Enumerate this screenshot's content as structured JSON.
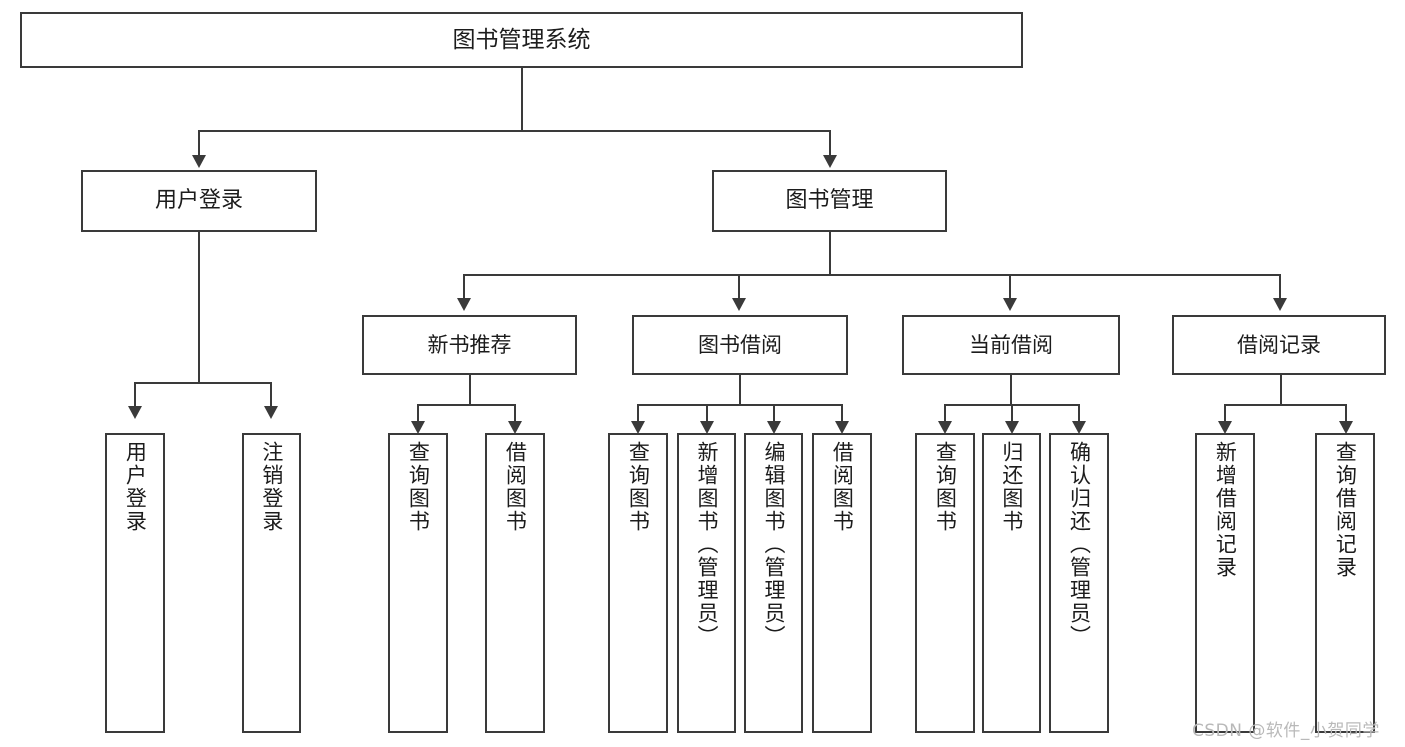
{
  "diagram": {
    "title": "图书管理系统",
    "type": "tree",
    "root": {
      "label": "图书管理系统"
    },
    "level1": [
      {
        "id": "user-login",
        "label": "用户登录"
      },
      {
        "id": "book-management",
        "label": "图书管理"
      }
    ],
    "level2": [
      {
        "id": "new-book-recommend",
        "label": "新书推荐",
        "parent": "book-management"
      },
      {
        "id": "book-borrow",
        "label": "图书借阅",
        "parent": "book-management"
      },
      {
        "id": "current-borrow",
        "label": "当前借阅",
        "parent": "book-management"
      },
      {
        "id": "borrow-record",
        "label": "借阅记录",
        "parent": "book-management"
      }
    ],
    "leaves": [
      {
        "id": "leaf-user-login",
        "label": "用户登录",
        "parent": "user-login"
      },
      {
        "id": "leaf-logout-login",
        "label": "注销登录",
        "parent": "user-login"
      },
      {
        "id": "leaf-query-book-1",
        "label": "查询图书",
        "parent": "new-book-recommend"
      },
      {
        "id": "leaf-borrow-book-1",
        "label": "借阅图书",
        "parent": "new-book-recommend"
      },
      {
        "id": "leaf-query-book-2",
        "label": "查询图书",
        "parent": "book-borrow"
      },
      {
        "id": "leaf-add-book",
        "label": "新增图书（管理员）",
        "parent": "book-borrow"
      },
      {
        "id": "leaf-edit-book",
        "label": "编辑图书（管理员）",
        "parent": "book-borrow"
      },
      {
        "id": "leaf-borrow-book-2",
        "label": "借阅图书",
        "parent": "book-borrow"
      },
      {
        "id": "leaf-query-book-3",
        "label": "查询图书",
        "parent": "current-borrow"
      },
      {
        "id": "leaf-return-book",
        "label": "归还图书",
        "parent": "current-borrow"
      },
      {
        "id": "leaf-confirm-return",
        "label": "确认归还（管理员）",
        "parent": "current-borrow"
      },
      {
        "id": "leaf-add-record",
        "label": "新增借阅记录",
        "parent": "borrow-record"
      },
      {
        "id": "leaf-query-record",
        "label": "查询借阅记录",
        "parent": "borrow-record"
      }
    ]
  },
  "watermark": {
    "text": "CSDN @软件_小贺同学"
  },
  "colors": {
    "background": "#ffffff",
    "box_border": "#3a3a3a",
    "box_fill": "#ffffff",
    "connector": "#3a3a3a",
    "text": "#1c1c1c",
    "watermark": "#b9b9b9"
  }
}
